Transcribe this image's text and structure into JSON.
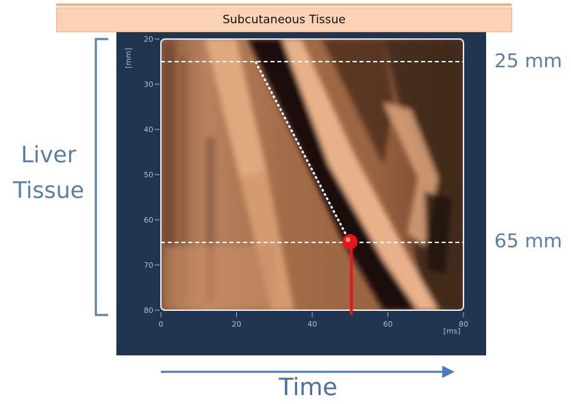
{
  "band_label": "Subcutaneous Tissue",
  "liver_label": [
    "Liver",
    "Tissue"
  ],
  "depth_top_label": "25 mm",
  "depth_bottom_label": "65 mm",
  "time_label": "Time",
  "plot": {
    "y_axis_unit": "[mm]",
    "x_axis_unit": "[ms]",
    "y_ticks": [
      "20",
      "30",
      "40",
      "50",
      "60",
      "70",
      "80"
    ],
    "x_ticks": [
      "0",
      "20",
      "40",
      "60",
      "80"
    ],
    "guide_depths_mm": [
      25,
      65
    ],
    "wave_line": {
      "start": {
        "time_ms": 25,
        "depth_mm": 25
      },
      "end": {
        "time_ms": 50,
        "depth_mm": 65
      }
    },
    "marker": {
      "time_ms": 50,
      "depth_mm": 65
    }
  },
  "colors": {
    "panel": "#1f3550",
    "elastogram_light": "#d9a07a",
    "elastogram_dark": "#1a0e08",
    "marker": "#e8141b",
    "label_blue": "#5a7ea8",
    "arrow_blue": "#4a7abf"
  }
}
